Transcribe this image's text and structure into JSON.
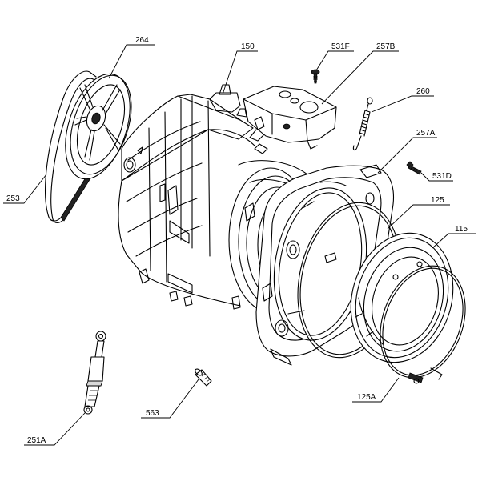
{
  "labels": [
    {
      "id": "264",
      "text": "264"
    },
    {
      "id": "150",
      "text": "150"
    },
    {
      "id": "531F",
      "text": "531F"
    },
    {
      "id": "257B",
      "text": "257B"
    },
    {
      "id": "260",
      "text": "260"
    },
    {
      "id": "257A",
      "text": "257A"
    },
    {
      "id": "531D",
      "text": "531D"
    },
    {
      "id": "253",
      "text": "253"
    },
    {
      "id": "125",
      "text": "125"
    },
    {
      "id": "115",
      "text": "115"
    },
    {
      "id": "125A",
      "text": "125A"
    },
    {
      "id": "563",
      "text": "563"
    },
    {
      "id": "251A",
      "text": "251A"
    }
  ]
}
